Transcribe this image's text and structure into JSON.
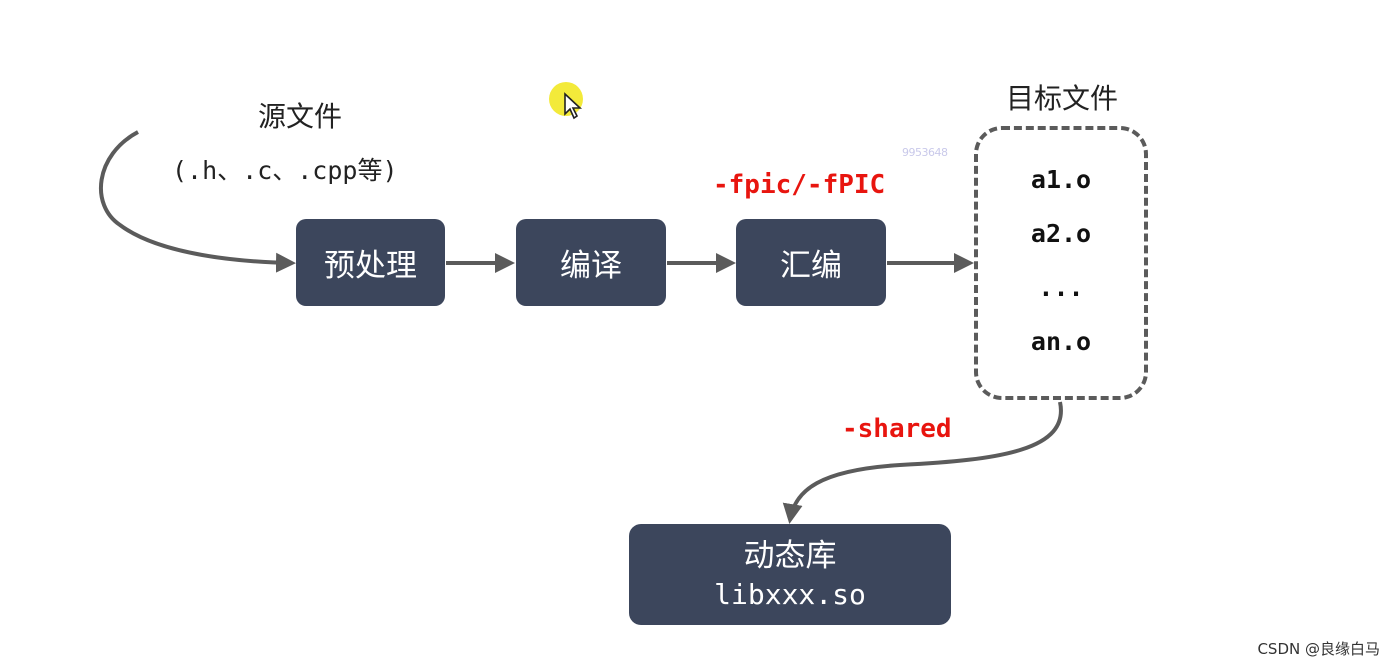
{
  "source": {
    "title": "源文件",
    "extensions": "(.h、.c、.cpp等)"
  },
  "steps": [
    {
      "label": "预处理"
    },
    {
      "label": "编译"
    },
    {
      "label": "汇编"
    }
  ],
  "flags": {
    "compile": "-fpic/-fPIC",
    "link": "-shared"
  },
  "objects": {
    "title": "目标文件",
    "items": [
      "a1.o",
      "a2.o",
      "...",
      "an.o"
    ]
  },
  "library": {
    "title": "动态库",
    "file": "libxxx.so"
  },
  "watermark": "9953648",
  "credit": "CSDN @良缘白马",
  "colors": {
    "box": "#3c465c",
    "flag": "#e8150f",
    "arrow": "#5b5b5b",
    "cursor_highlight": "#f3ea3a"
  }
}
